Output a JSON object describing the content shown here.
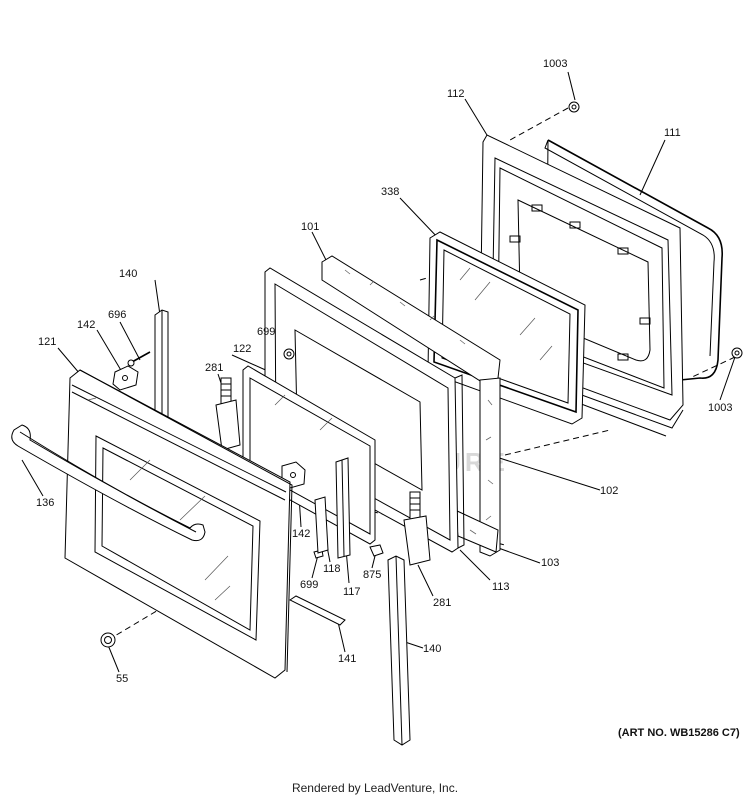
{
  "diagram": {
    "art_number": "(ART NO. WB15286 C7)",
    "credit": "Rendered by LeadVenture, Inc.",
    "watermark": "LEADVENTURE",
    "callouts": [
      {
        "id": "1003",
        "text": "1003"
      },
      {
        "id": "112",
        "text": "112"
      },
      {
        "id": "111",
        "text": "111"
      },
      {
        "id": "338",
        "text": "338"
      },
      {
        "id": "101",
        "text": "101"
      },
      {
        "id": "140",
        "text": "140"
      },
      {
        "id": "696",
        "text": "696"
      },
      {
        "id": "142",
        "text": "142"
      },
      {
        "id": "121",
        "text": "121"
      },
      {
        "id": "699",
        "text": "699"
      },
      {
        "id": "122",
        "text": "122"
      },
      {
        "id": "281",
        "text": "281"
      },
      {
        "id": "1003",
        "text": "1003"
      },
      {
        "id": "136",
        "text": "136"
      },
      {
        "id": "102",
        "text": "102"
      },
      {
        "id": "142",
        "text": "142"
      },
      {
        "id": "118",
        "text": "118"
      },
      {
        "id": "699",
        "text": "699"
      },
      {
        "id": "117",
        "text": "117"
      },
      {
        "id": "875",
        "text": "875"
      },
      {
        "id": "113",
        "text": "113"
      },
      {
        "id": "103",
        "text": "103"
      },
      {
        "id": "281",
        "text": "281"
      },
      {
        "id": "141",
        "text": "141"
      },
      {
        "id": "140",
        "text": "140"
      },
      {
        "id": "55",
        "text": "55"
      }
    ]
  }
}
